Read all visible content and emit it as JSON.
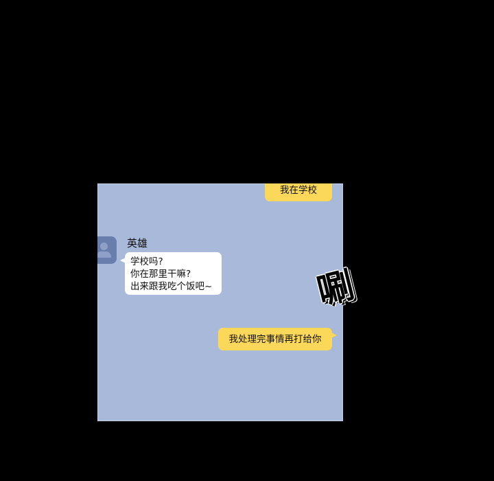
{
  "chat": {
    "messages": [
      {
        "side": "right",
        "text": "我在学校"
      },
      {
        "side": "left",
        "sender": "英雄",
        "lines": [
          "学校吗?",
          "你在那里干嘛?",
          "出来跟我吃个饭吧~"
        ]
      },
      {
        "side": "right",
        "text": "我处理完事情再打给你"
      }
    ],
    "colors": {
      "background": "#a9b9d9",
      "outgoing": "#fbd75a",
      "incoming": "#ffffff",
      "avatar": "#6a7eae"
    }
  },
  "sfx": {
    "text": "唰"
  }
}
